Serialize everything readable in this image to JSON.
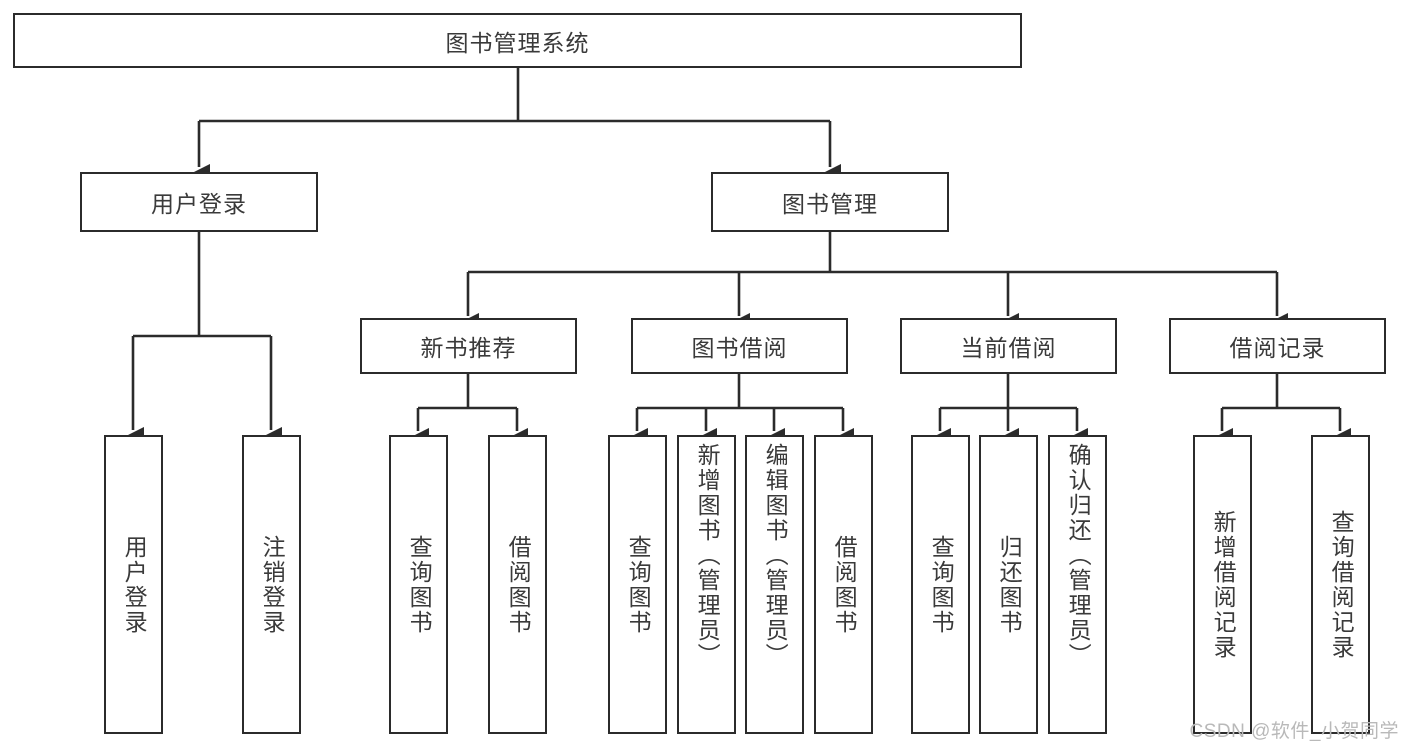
{
  "diagram": {
    "title": "图书管理系统",
    "type": "tree",
    "colors": {
      "box_border": "#2b2b2b",
      "box_fill": "#ffffff",
      "text": "#3a3a3a",
      "edge": "#2b2b2b",
      "watermark": "#b9b9b9"
    },
    "levels": {
      "root": {
        "label": "图书管理系统"
      },
      "level2": [
        {
          "label": "用户登录"
        },
        {
          "label": "图书管理"
        }
      ],
      "level3": [
        {
          "label": "新书推荐"
        },
        {
          "label": "图书借阅"
        },
        {
          "label": "当前借阅"
        },
        {
          "label": "借阅记录"
        }
      ],
      "leaves": {
        "user_login": [
          {
            "label": "用户登录"
          },
          {
            "label": "注销登录"
          }
        ],
        "new_book_recommend": [
          {
            "label": "查询图书"
          },
          {
            "label": "借阅图书"
          }
        ],
        "book_borrow": [
          {
            "label": "查询图书"
          },
          {
            "label": "新增图书（管理员）"
          },
          {
            "label": "编辑图书（管理员）"
          },
          {
            "label": "借阅图书"
          }
        ],
        "current_borrow": [
          {
            "label": "查询图书"
          },
          {
            "label": "归还图书"
          },
          {
            "label": "确认归还（管理员）"
          }
        ],
        "borrow_record": [
          {
            "label": "新增借阅记录"
          },
          {
            "label": "查询借阅记录"
          }
        ]
      }
    },
    "watermark": "CSDN @软件_小贺同学"
  }
}
